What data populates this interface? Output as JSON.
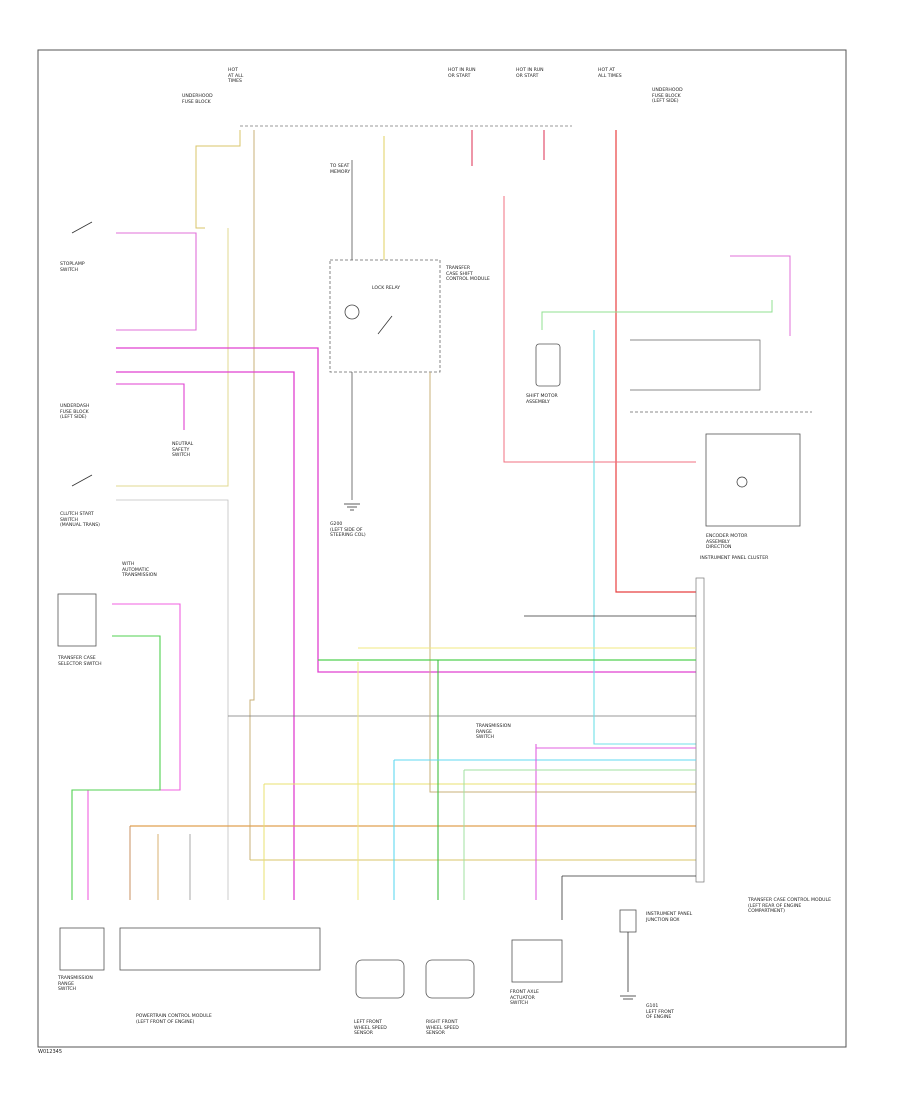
{
  "diagram": {
    "label_fuse_left": "HOT\nAT ALL\nTIMES",
    "label_fuse_mid1": "HOT IN RUN\nOR START",
    "label_fuse_mid2": "HOT IN RUN\nOR START",
    "label_fuse_right": "HOT AT\nALL TIMES",
    "label_underhood_left": "UNDERHOOD\nFUSE BLOCK",
    "label_underhood_right": "UNDERHOOD\nFUSE BLOCK\n(LEFT SIDE)",
    "label_relay": "TRANSFER\nCASE SHIFT\nCONTROL MODULE",
    "label_lock_relay": "LOCK RELAY",
    "label_seat": "TO SEAT\nMEMORY",
    "label_neutral": "NEUTRAL\nSAFETY\nSWITCH",
    "label_brake": "STOPLAMP\nSWITCH",
    "label_underdash": "UNDERDASH\nFUSE BLOCK\n(LEFT SIDE)",
    "label_ground_mid": "G200\n(LEFT SIDE OF\nSTEERING COL)",
    "label_clutch": "CLUTCH START\nSWITCH\n(MANUAL TRANS)",
    "label_with": "WITH\nAUTOMATIC\nTRANSMISSION",
    "label_selector": "TRANSFER CASE\nSELECTOR SWITCH",
    "label_shift_motor": "SHIFT MOTOR\nASSEMBLY",
    "label_cluster": "INSTRUMENT PANEL CLUSTER",
    "label_module_block": "TRANSFER CASE CONTROL MODULE\n(LEFT REAR OF ENGINE\nCOMPARTMENT)",
    "label_module": "POWERTRAIN CONTROL MODULE\n(LEFT FRONT OF ENGINE)",
    "label_lf_sensor": "LEFT FRONT\nWHEEL SPEED\nSENSOR",
    "label_rf_sensor": "RIGHT FRONT\nWHEEL SPEED\nSENSOR",
    "label_front_axle": "FRONT AXLE\nACTUATOR\nSWITCH",
    "label_transmission": "TRANSMISSION\nRANGE\nSWITCH",
    "label_encoder_text": "ENCODER MOTOR\nASSEMBLY\nDIRECTION",
    "label_ground_bottom": "G101\nLEFT FRONT\nOF ENGINE",
    "label_bottom_right": "INSTRUMENT PANEL\nJUNCTION BOX",
    "footer_code": "W012345"
  }
}
